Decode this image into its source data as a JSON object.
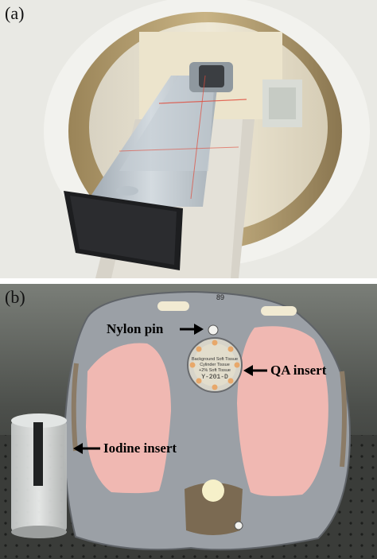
{
  "panel_a": {
    "label": "(a)"
  },
  "panel_b": {
    "label": "(b)",
    "phantom_id": "89",
    "insert_text": [
      "Background Soft Tissue",
      "Cylinder Tissue",
      "+2% Soft Tissue",
      "Y-201-D"
    ],
    "annotations": {
      "nylon_pin": "Nylon pin",
      "qa_insert": "QA insert",
      "iodine_insert": "Iodine insert"
    }
  }
}
